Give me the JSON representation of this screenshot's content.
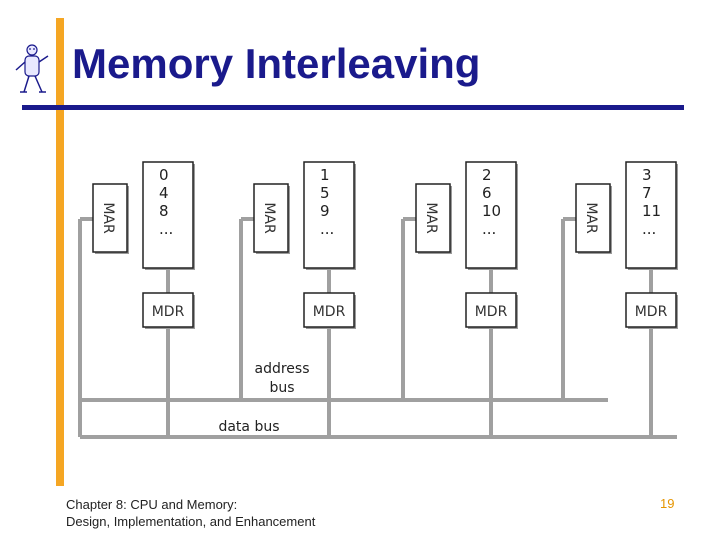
{
  "slide": {
    "title": "Memory Interleaving",
    "footer_line1": "Chapter 8: CPU and Memory:",
    "footer_line2": "Design, Implementation, and Enhancement",
    "page_number": "19"
  },
  "diagram": {
    "address_bus_label": [
      "address",
      "bus"
    ],
    "data_bus_label": "data bus",
    "modules": [
      {
        "mar_label": "MAR",
        "mdr_label": "MDR",
        "addresses": [
          "0",
          "4",
          "8",
          "..."
        ]
      },
      {
        "mar_label": "MAR",
        "mdr_label": "MDR",
        "addresses": [
          "1",
          "5",
          "9",
          "..."
        ]
      },
      {
        "mar_label": "MAR",
        "mdr_label": "MDR",
        "addresses": [
          "2",
          "6",
          "10",
          "..."
        ]
      },
      {
        "mar_label": "MAR",
        "mdr_label": "MDR",
        "addresses": [
          "3",
          "7",
          "11",
          "..."
        ]
      }
    ]
  },
  "colors": {
    "title": "#1a1a8c",
    "accent_bar": "#f5a623",
    "bus_line": "#a0a0a0",
    "page_number": "#e69500"
  }
}
